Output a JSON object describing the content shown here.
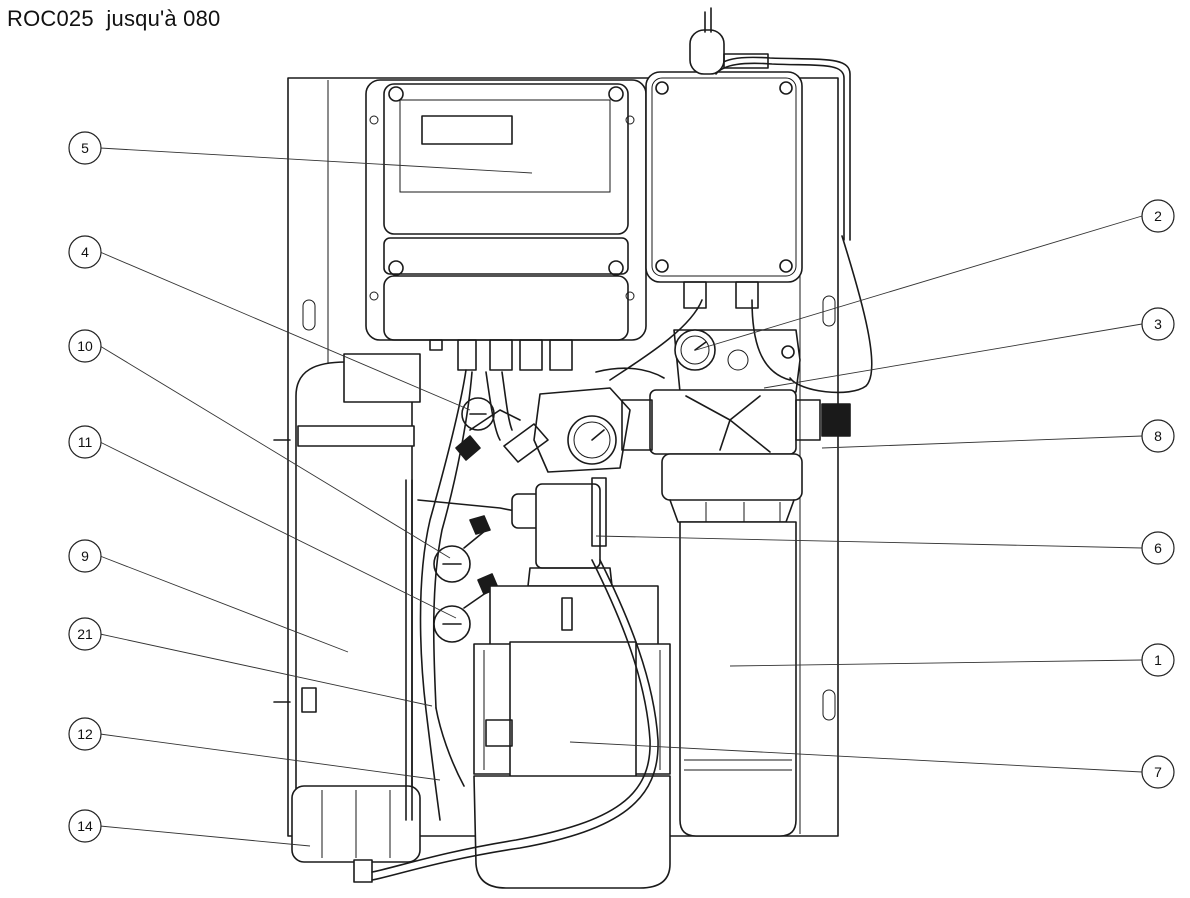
{
  "title": "ROC025  jusqu'à 080",
  "callouts": [
    {
      "label": "5"
    },
    {
      "label": "4"
    },
    {
      "label": "10"
    },
    {
      "label": "11"
    },
    {
      "label": "9"
    },
    {
      "label": "21"
    },
    {
      "label": "12"
    },
    {
      "label": "14"
    },
    {
      "label": "2"
    },
    {
      "label": "3"
    },
    {
      "label": "8"
    },
    {
      "label": "6"
    },
    {
      "label": "1"
    },
    {
      "label": "7"
    }
  ]
}
